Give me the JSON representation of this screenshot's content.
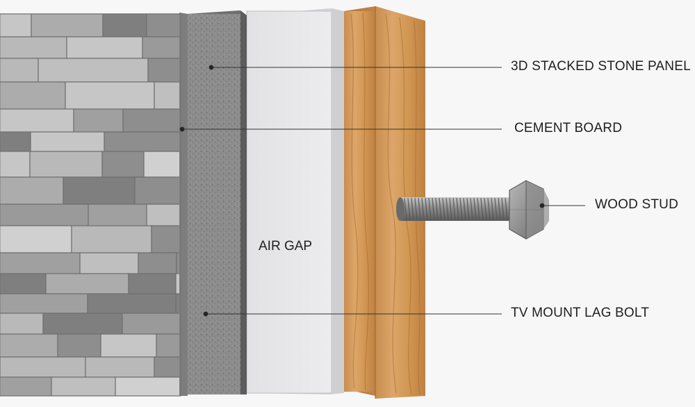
{
  "diagram": {
    "labels": {
      "stone_panel": "3D STACKED STONE PANEL",
      "cement_board": "CEMENT BOARD",
      "wood_stud": "WOOD STUD",
      "lag_bolt": "TV MOUNT LAG BOLT",
      "air_gap": "AIR GAP"
    },
    "layers": [
      {
        "id": "stone_panel",
        "color": "#a9a9a9"
      },
      {
        "id": "cement_board",
        "color": "#8f8f8f"
      },
      {
        "id": "air_gap",
        "color": "#e6e6e8"
      },
      {
        "id": "wood_stud",
        "color": "#d49a5a"
      }
    ],
    "bolt_color": "#8a8a8a"
  }
}
